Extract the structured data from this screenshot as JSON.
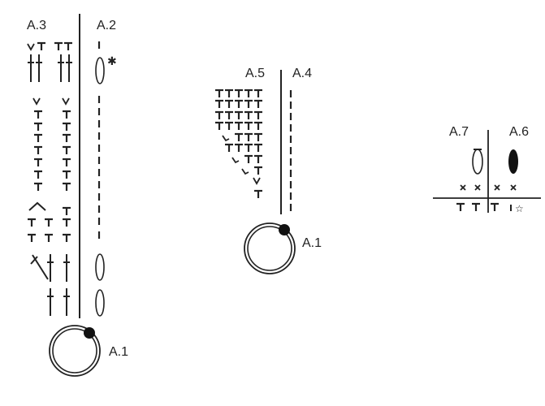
{
  "diagram": {
    "type": "crochet-chart",
    "charts": {
      "a1_large": {
        "label": "A.1"
      },
      "a1_small": {
        "label": "A.1"
      },
      "a2": {
        "label": "A.2"
      },
      "a3": {
        "label": "A.3"
      },
      "a4": {
        "label": "A.4"
      },
      "a5": {
        "label": "A.5"
      },
      "a6": {
        "label": "A.6"
      },
      "a7": {
        "label": "A.7"
      }
    },
    "symbols": {
      "star": "☆",
      "filled_star": "✱"
    },
    "colors": {
      "ink": "#222222",
      "background": "#ffffff"
    }
  }
}
